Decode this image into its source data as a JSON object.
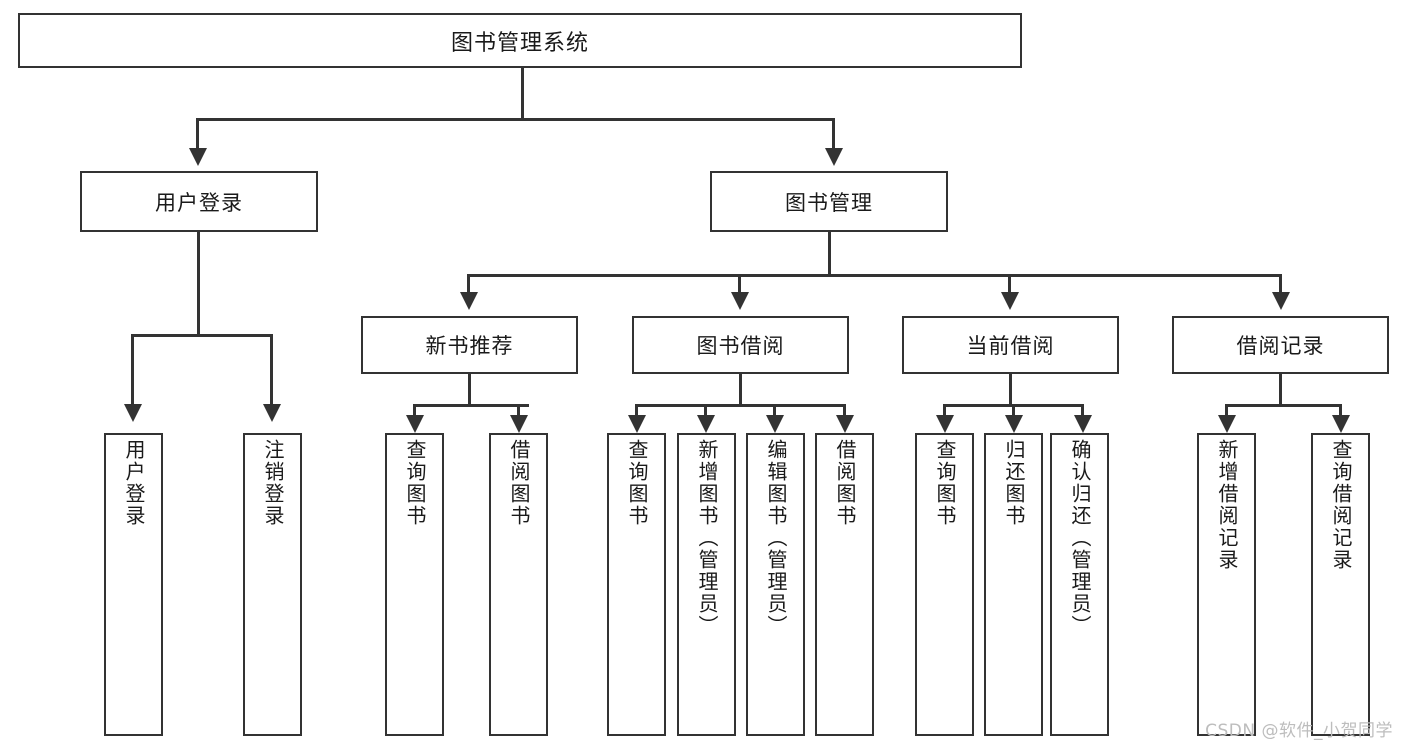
{
  "diagram": {
    "title": "图书管理系统",
    "root": {
      "label": "图书管理系统"
    },
    "level1": [
      {
        "label": "用户登录"
      },
      {
        "label": "图书管理"
      }
    ],
    "level2": [
      {
        "label": "新书推荐"
      },
      {
        "label": "图书借阅"
      },
      {
        "label": "当前借阅"
      },
      {
        "label": "借阅记录"
      }
    ],
    "leaves": {
      "user_login": [
        {
          "label": "用户登录"
        },
        {
          "label": "注销登录"
        }
      ],
      "new_book_recommend": [
        {
          "label": "查询图书"
        },
        {
          "label": "借阅图书"
        }
      ],
      "book_borrow": [
        {
          "label": "查询图书"
        },
        {
          "label": "新增图书（管理员）"
        },
        {
          "label": "编辑图书（管理员）"
        },
        {
          "label": "借阅图书"
        }
      ],
      "current_borrow": [
        {
          "label": "查询图书"
        },
        {
          "label": "归还图书"
        },
        {
          "label": "确认归还（管理员）"
        }
      ],
      "borrow_record": [
        {
          "label": "新增借阅记录"
        },
        {
          "label": "查询借阅记录"
        }
      ]
    }
  },
  "watermark": {
    "text": "CSDN @软件_小贺同学"
  },
  "colors": {
    "stroke": "#333333",
    "fill": "#ffffff",
    "text": "#1a1a1a",
    "watermark": "#bdbdbd"
  }
}
